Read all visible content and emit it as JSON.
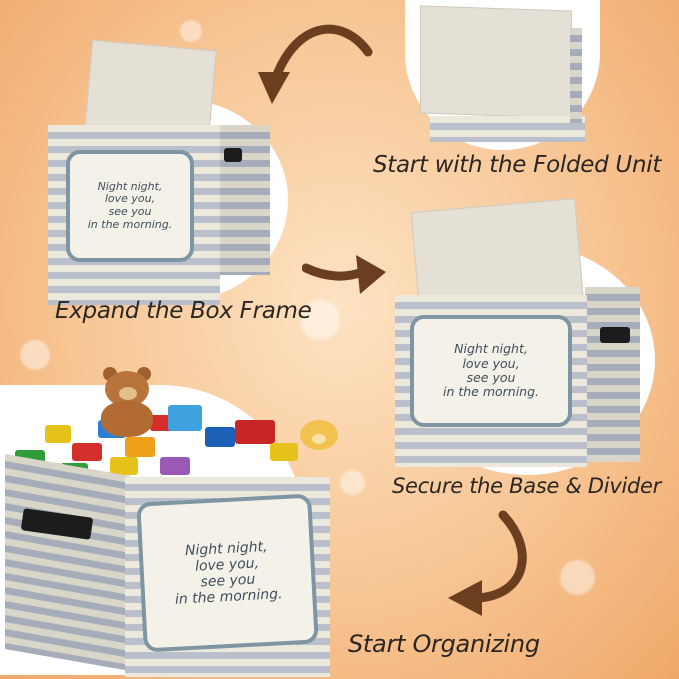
{
  "captions": {
    "step1": "Start with the Folded Unit",
    "step2": "Expand the Box Frame",
    "step3": "Secure the Base & Divider",
    "step4": "Start Organizing"
  },
  "panel_text": {
    "line1": "Night night,",
    "line2": "love you,",
    "line3": "see you",
    "line4": "in the morning."
  },
  "colors": {
    "arrow": "#6b3e1f",
    "background": "#f7c594",
    "stripe_light": "#ece8dc",
    "stripe_blue": "#b9c0cc",
    "panel_border": "#7f95a3",
    "handle": "#1c1c1c"
  },
  "icons": [
    "curved-arrow-icon",
    "right-arrow-icon",
    "teddy-bear-icon"
  ]
}
